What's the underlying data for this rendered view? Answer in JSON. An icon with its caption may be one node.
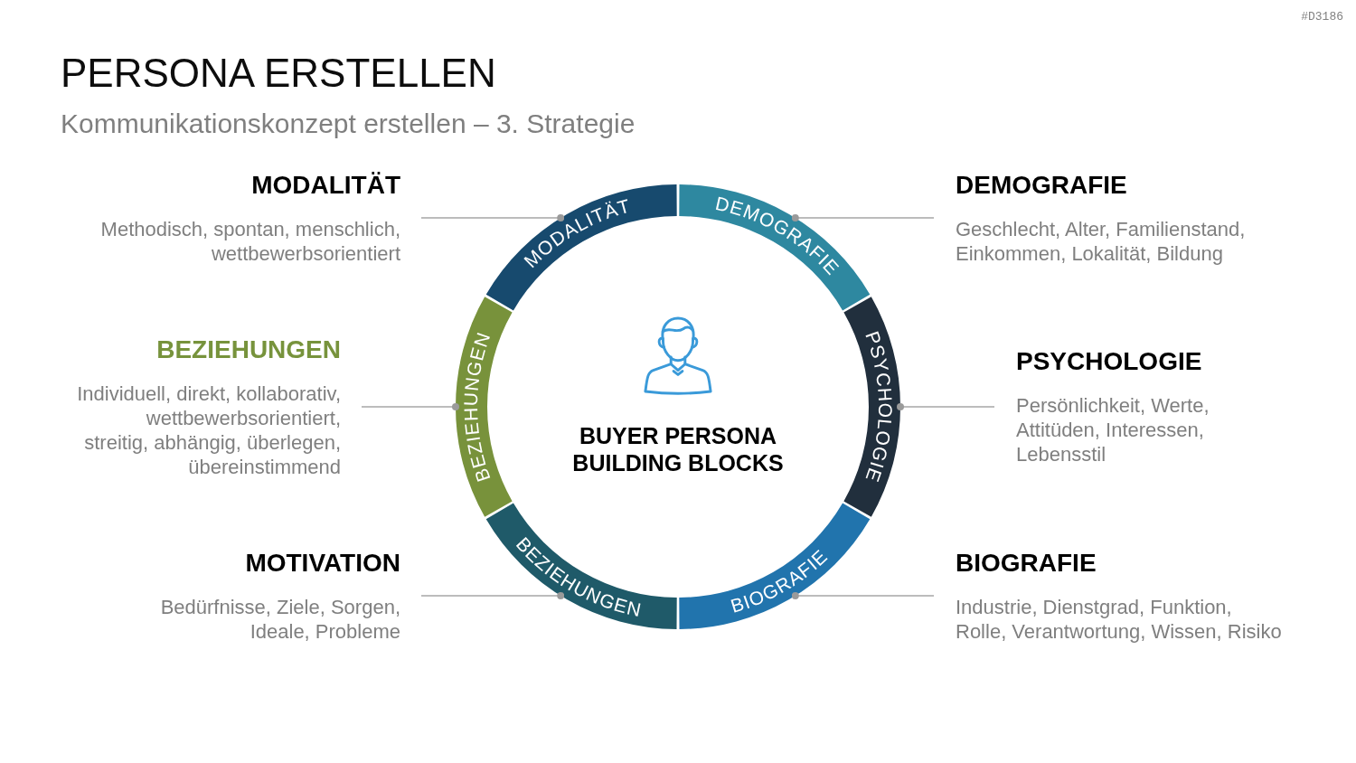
{
  "diagram": {
    "title": "PERSONA ERSTELLEN",
    "nodes": [
      {
        "text": [
          "MODALITÄT",
          "Methodisch, spontan, menschlich, wettbewerbsorientiert"
        ]
      },
      {
        "text": [
          "DEMOGRAFIE",
          "Geschlecht, Alter, Familienstand, Einkommen, Lokalität, Bildung"
        ]
      },
      {
        "text": [
          "BEZIEHUNGEN",
          "Individuell, direkt, kollaborativ, wettbewerbsorientiert, streitig, abhängig, überlegen, übereinstimmend"
        ]
      },
      {
        "text": [
          "PSYCHOLOGIE",
          "Persönlichkeit, Werte, Attitüden, Interessen, Lebensstil"
        ]
      },
      {
        "text": [
          "MOTIVATION",
          "Bedürfnisse, Ziele, Sorgen, Ideale, Probleme"
        ]
      },
      {
        "text": [
          "BIOGRAFIE",
          "Industrie, Dienstgrad, Funktion, Rolle, Verantwortung, Wissen, Risiko"
        ]
      },
      {
        "text": [
          "MODALITÄT"
        ]
      },
      {
        "text": [
          "DEMOGRAFIE"
        ]
      },
      {
        "text": [
          "BEZIEHUNGEN"
        ]
      },
      {
        "text": [
          "PSYCHOLOGIE"
        ]
      },
      {
        "text": [
          "BEZIEHUNGEN"
        ]
      },
      {
        "text": [
          "BIOGRAFIE"
        ]
      }
    ],
    "edges": [
      {
        "from": 0,
        "to": 6,
        "arrow": "other"
      },
      {
        "from": 1,
        "to": 7,
        "arrow": "other"
      },
      {
        "from": 2,
        "to": 8,
        "arrow": "other"
      },
      {
        "from": 3,
        "to": 9,
        "arrow": "other"
      },
      {
        "from": 4,
        "to": 10,
        "arrow": "other"
      },
      {
        "from": 5,
        "to": 11,
        "arrow": "other"
      }
    ],
    "labels": [
      "#D3186",
      "Kommunikationskonzept erstellen – 3. Strategie",
      "BUYER PERSONA BUILDING BLOCKS"
    ]
  }
}
